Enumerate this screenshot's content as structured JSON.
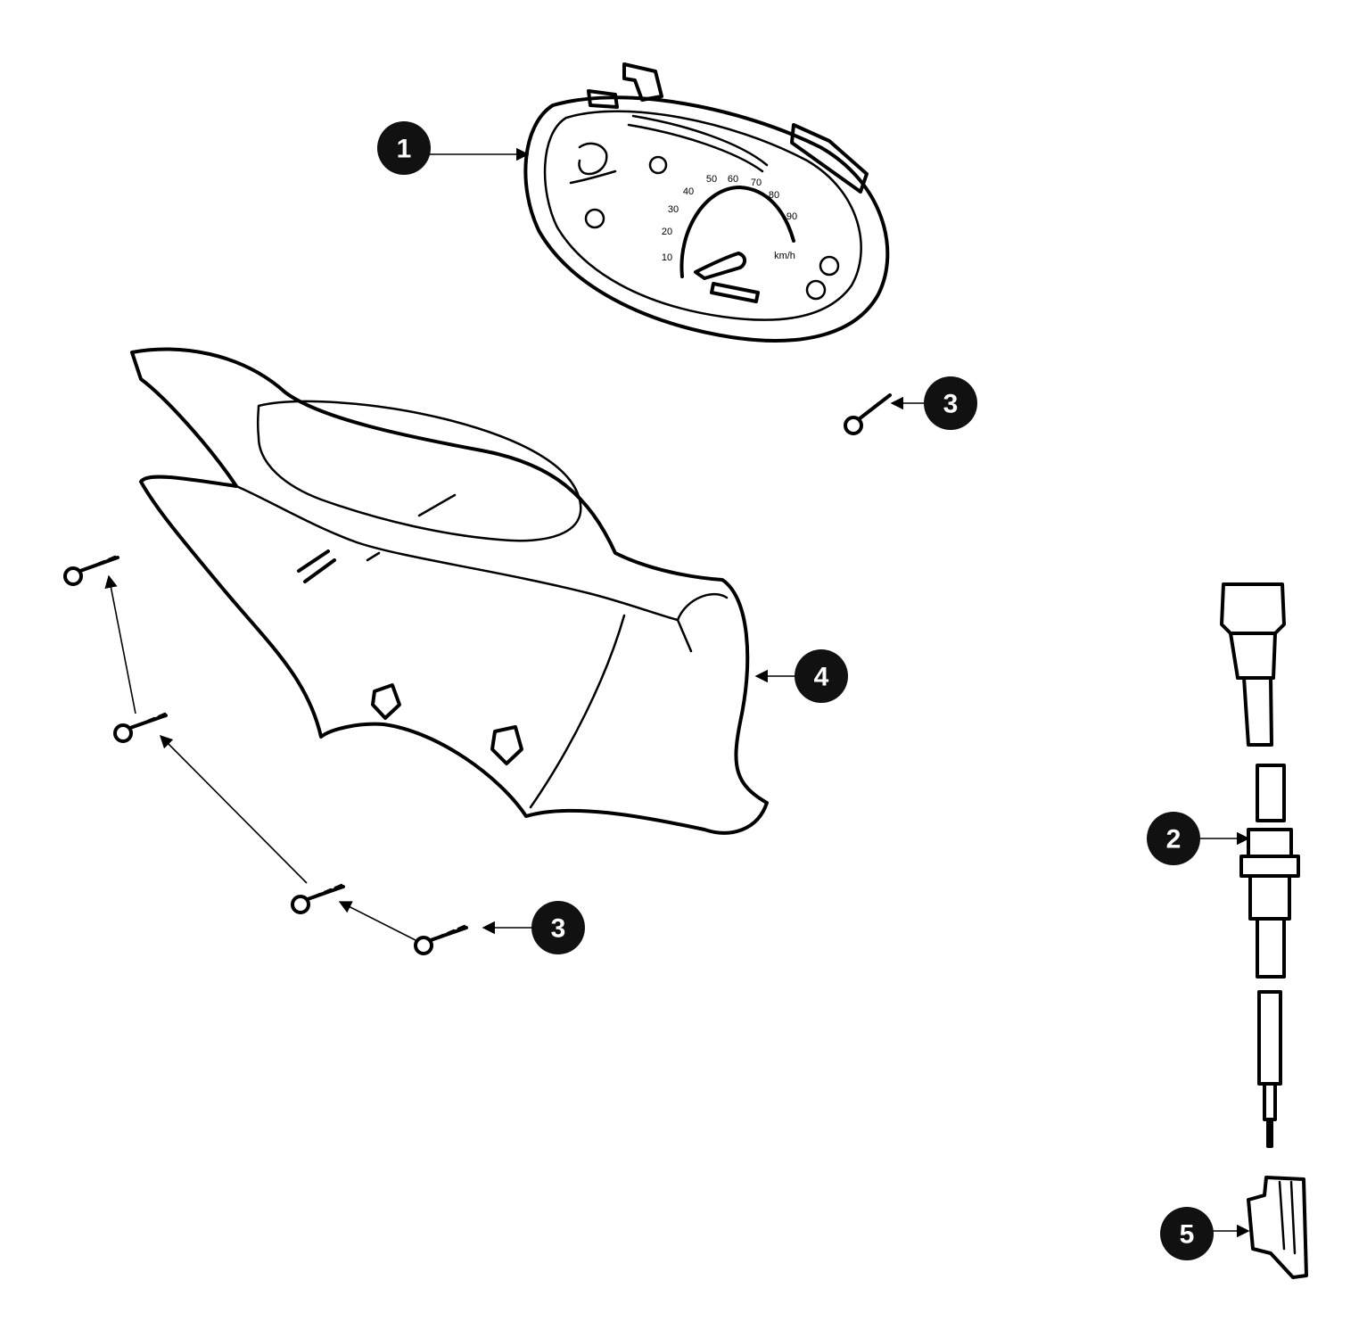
{
  "callouts": {
    "c1": "1",
    "c2": "2",
    "c3a": "3",
    "c3b": "3",
    "c4": "4",
    "c5": "5"
  },
  "dial": {
    "ticks": [
      "10",
      "20",
      "30",
      "40",
      "50",
      "60",
      "70",
      "80",
      "90"
    ],
    "unit": "km/h"
  },
  "colors": {
    "line": "#000000",
    "badge": "#111111",
    "background": "#ffffff"
  }
}
